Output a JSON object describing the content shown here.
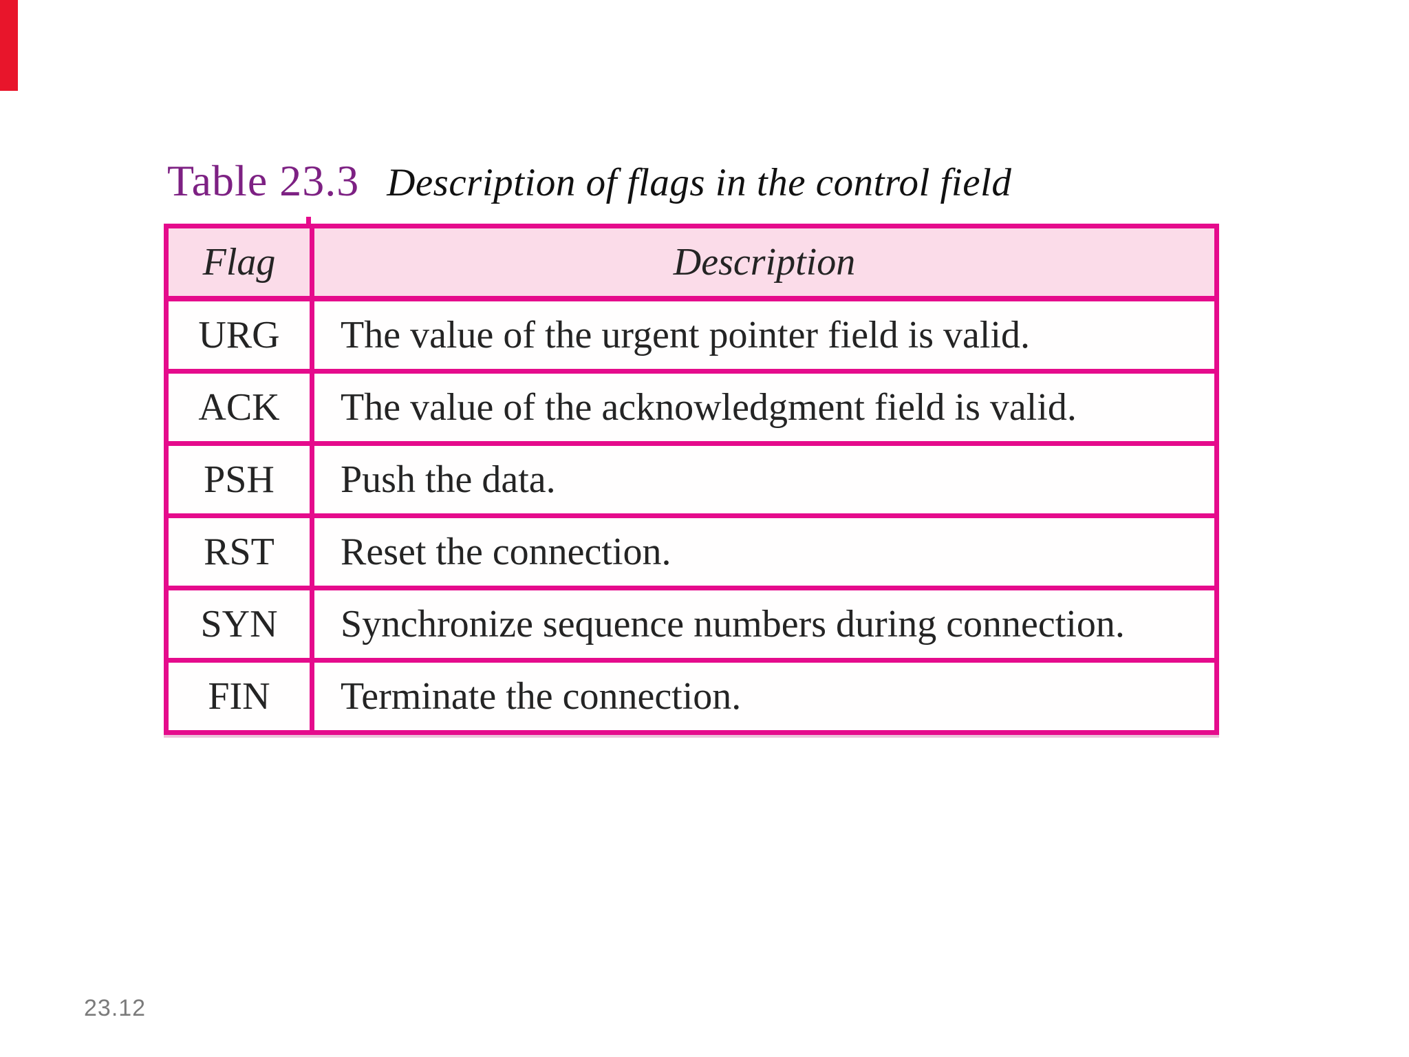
{
  "header": {
    "table_label": "Table 23.3",
    "caption": "Description of flags in the control field"
  },
  "table": {
    "columns": [
      "Flag",
      "Description"
    ],
    "rows": [
      {
        "flag": "URG",
        "desc": "The value of the urgent pointer field is valid."
      },
      {
        "flag": "ACK",
        "desc": "The value of the acknowledgment field is valid."
      },
      {
        "flag": "PSH",
        "desc": "Push the data."
      },
      {
        "flag": "RST",
        "desc": "Reset the connection."
      },
      {
        "flag": "SYN",
        "desc": "Synchronize sequence numbers during connection."
      },
      {
        "flag": "FIN",
        "desc": "Terminate the connection."
      }
    ]
  },
  "footer": {
    "page_number": "23.12"
  },
  "colors": {
    "accent_magenta": "#e50b8c",
    "header_fill": "#fbdce9",
    "title_purple": "#7d2183",
    "red_bar": "#e8152b",
    "page_number_gray": "#7b7b7b"
  }
}
